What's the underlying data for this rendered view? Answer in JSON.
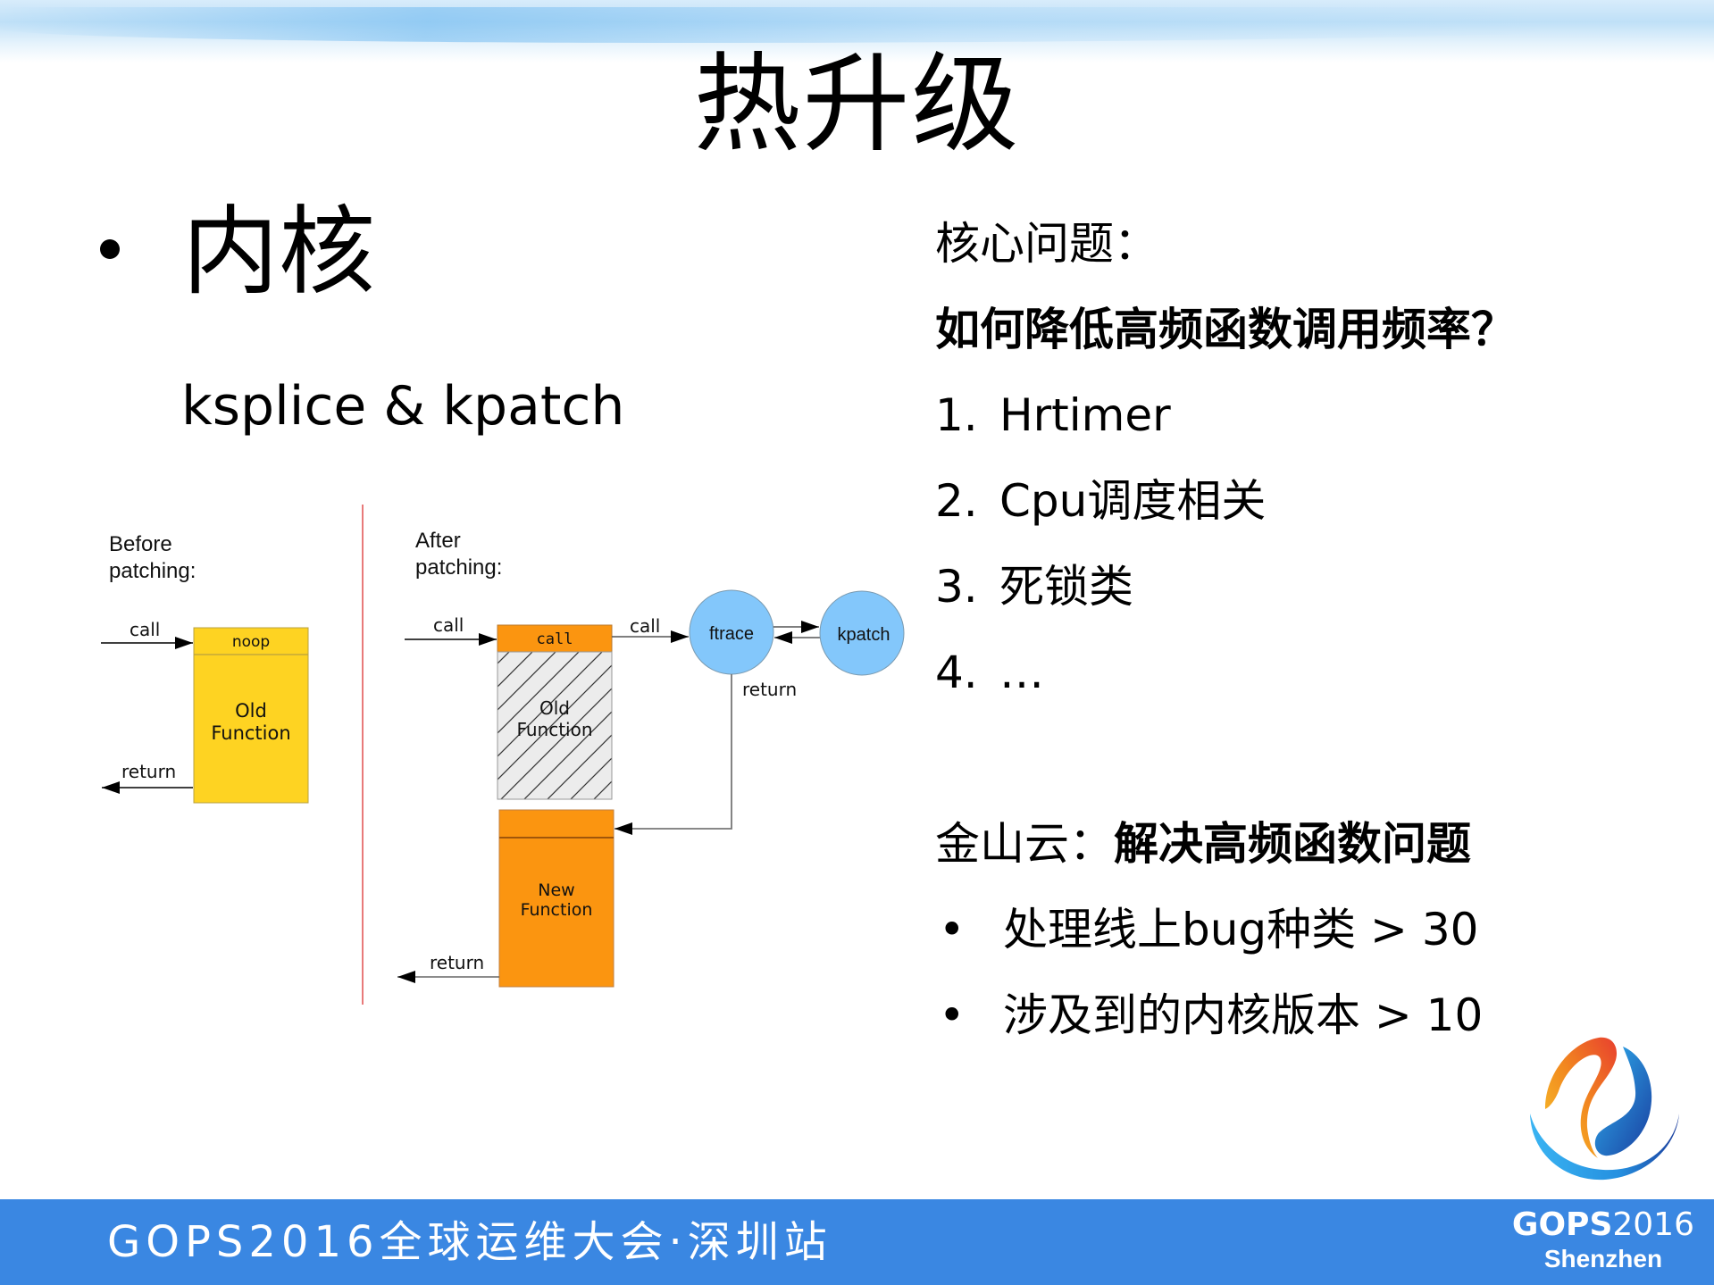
{
  "slide": {
    "title": "热升级",
    "left": {
      "heading": "内核",
      "subheading": "ksplice & kpatch"
    },
    "diagram": {
      "before": {
        "label_line1": "Before",
        "label_line2": "patching:",
        "call_label": "call",
        "return_label": "return",
        "header_label": "noop",
        "box_line1": "Old",
        "box_line2": "Function",
        "box_color": "#fed322",
        "divider_color": "#e05a5a"
      },
      "after": {
        "label_line1": "After",
        "label_line2": "patching:",
        "call_in_label": "call",
        "call_header_label": "call",
        "call_out_label": "call",
        "old_line1": "Old",
        "old_line2": "Function",
        "ftrace_label": "ftrace",
        "kpatch_label": "kpatch",
        "return_from_ftrace_label": "return",
        "new_line1": "New",
        "new_line2": "Function",
        "return_label": "return",
        "orange_color": "#fb9510",
        "circle_color": "#83c7fb",
        "hatch_bg": "#ececec"
      }
    },
    "right": {
      "core_issue_label": "核心问题：",
      "core_question": "如何降低高频函数调用频率？",
      "list": [
        {
          "num": "1.",
          "text": "Hrtimer"
        },
        {
          "num": "2.",
          "text": "Cpu调度相关"
        },
        {
          "num": "3.",
          "text": "死锁类"
        },
        {
          "num": "4.",
          "text": "…"
        }
      ],
      "company_label": "金山云：",
      "company_statement": "解决高频函数问题",
      "bullets": [
        {
          "marker": "•",
          "text": "处理线上bug种类 > 30"
        },
        {
          "marker": "•",
          "text": "涉及到的内核版本 > 10"
        }
      ]
    },
    "footer": {
      "event_text": "GOPS2016全球运维大会·深圳站",
      "brand_name": "GOPS",
      "brand_year": "2016",
      "brand_city": "Shenzhen",
      "bg_color": "#3a87e2"
    }
  }
}
